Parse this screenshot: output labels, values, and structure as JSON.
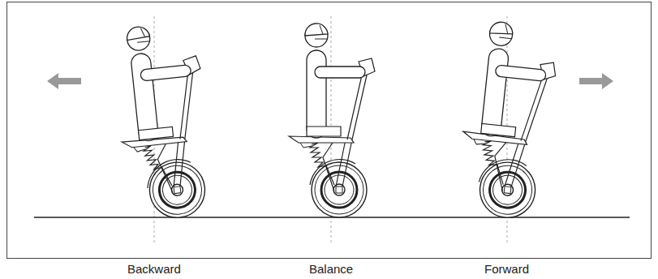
{
  "diagram": {
    "labels": [
      "Backward",
      "Balance",
      "Forward"
    ]
  }
}
